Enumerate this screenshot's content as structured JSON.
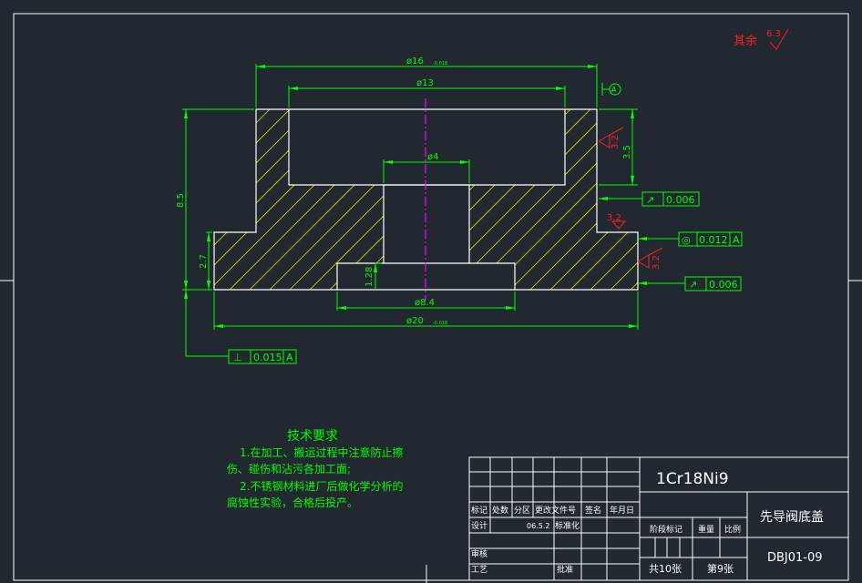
{
  "surface_roughness": {
    "general_label": "其余",
    "general_value": "6.3",
    "top_face": "3.2",
    "flange_top": "3.2",
    "flange_side": "3.2"
  },
  "dimensions": {
    "d_top_outer": "ø16",
    "d_top_outer_tol": "-0.018",
    "d_top_inner": "ø13",
    "d_bore": "ø4",
    "d_counterbore": "ø8.4",
    "d_flange": "ø20",
    "d_flange_tol": "-0.018",
    "h_total": "8.5",
    "h_top": "3.5",
    "h_flange": "2.7",
    "h_counterbore": "1.28"
  },
  "datum": {
    "label": "A"
  },
  "tolerances": {
    "runout_1": {
      "symbol": "↗",
      "value": "0.006"
    },
    "coaxial": {
      "symbol": "◎",
      "value": "0.012",
      "datum": "A"
    },
    "runout_2": {
      "symbol": "↗",
      "value": "0.006"
    },
    "perpendicular": {
      "symbol": "⊥",
      "value": "0.015",
      "datum": "A"
    }
  },
  "notes": {
    "title": "技术要求",
    "line1": "1.在加工、搬运过程中注意防止擦",
    "line2": "伤、碰伤和沾污各加工面;",
    "line3": "2.不锈钢材料进厂后做化学分析的",
    "line4": "腐蚀性实验，合格后投产。"
  },
  "title_block": {
    "material": "1Cr18Ni9",
    "part_name": "先导阀底盖",
    "drawing_no": "DBJ01-09",
    "h_mark": "标记",
    "h_count": "处数",
    "h_zone": "分区",
    "h_docno": "更改文件号",
    "h_sign": "签名",
    "h_date": "年月日",
    "h_design": "设计",
    "design_date": "06.5.2",
    "h_standard": "标准化",
    "h_stage": "阶段标记",
    "h_weight": "重量",
    "h_scale": "比例",
    "h_review": "审核",
    "h_process": "工艺",
    "h_approve": "批准",
    "sheets_total": "共10张",
    "sheet_no": "第9张"
  }
}
